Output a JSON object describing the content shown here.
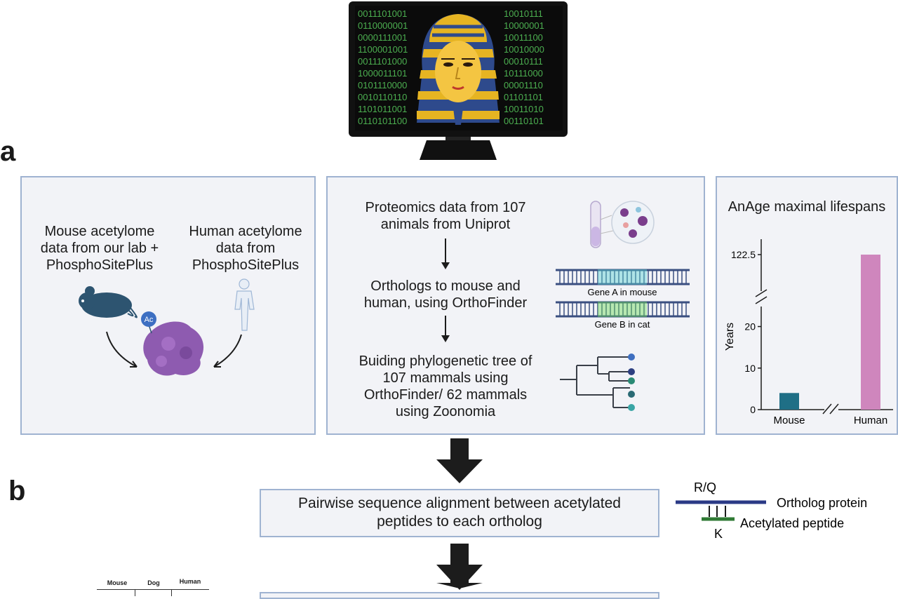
{
  "panel_labels": {
    "a": "a",
    "b": "b"
  },
  "monitor": {
    "binary_rows": [
      "0011101001",
      "0110000001",
      "0000111001",
      "1100001001",
      "0011101000",
      "1000011101",
      "0101110000",
      "0010110110",
      "1101011001",
      "0110101100"
    ]
  },
  "left_panel": {
    "mouse_text": [
      "Mouse acetylome",
      "data from our lab +",
      "PhosphoSitePlus"
    ],
    "human_text": [
      "Human acetylome",
      "data from",
      "PhosphoSitePlus"
    ],
    "ac_badge": "Ac"
  },
  "middle_panel": {
    "step1": [
      "Proteomics data from 107",
      "animals from Uniprot"
    ],
    "step2": [
      "Orthologs to mouse and",
      "human, using OrthoFinder"
    ],
    "step3": [
      "Buiding phylogenetic tree of",
      "107 mammals using",
      "OrthoFinder/ 62 mammals",
      "using Zoonomia"
    ],
    "gene_a_label": "Gene A in mouse",
    "gene_b_label": "Gene B in cat"
  },
  "chart_data": {
    "type": "bar",
    "title": "AnAge maximal lifespans",
    "ylabel": "Years",
    "categories": [
      "Mouse",
      "Human"
    ],
    "values": [
      4,
      122.5
    ],
    "yticks": [
      0,
      10,
      20,
      122.5
    ],
    "y_axis_break": true,
    "x_axis_break": true,
    "colors": [
      "#1f6f86",
      "#cf86bd"
    ]
  },
  "section_b": {
    "alignment_box": [
      "Pairwise sequence alignment between acetylated",
      "peptides to each ortholog"
    ],
    "legend": {
      "top_residue": "R/Q",
      "ortholog_label": "Ortholog protein",
      "peptide_label": "Acetylated peptide",
      "bottom_residue": "K"
    },
    "table_headers": [
      "Mouse",
      "Dog",
      "Human"
    ]
  },
  "colors": {
    "panel_border": "#9fb3d1",
    "panel_fill": "#f2f3f7",
    "ortholog_line": "#2b3a86",
    "peptide_line": "#2f7a34",
    "arrow": "#1c1c1c"
  }
}
